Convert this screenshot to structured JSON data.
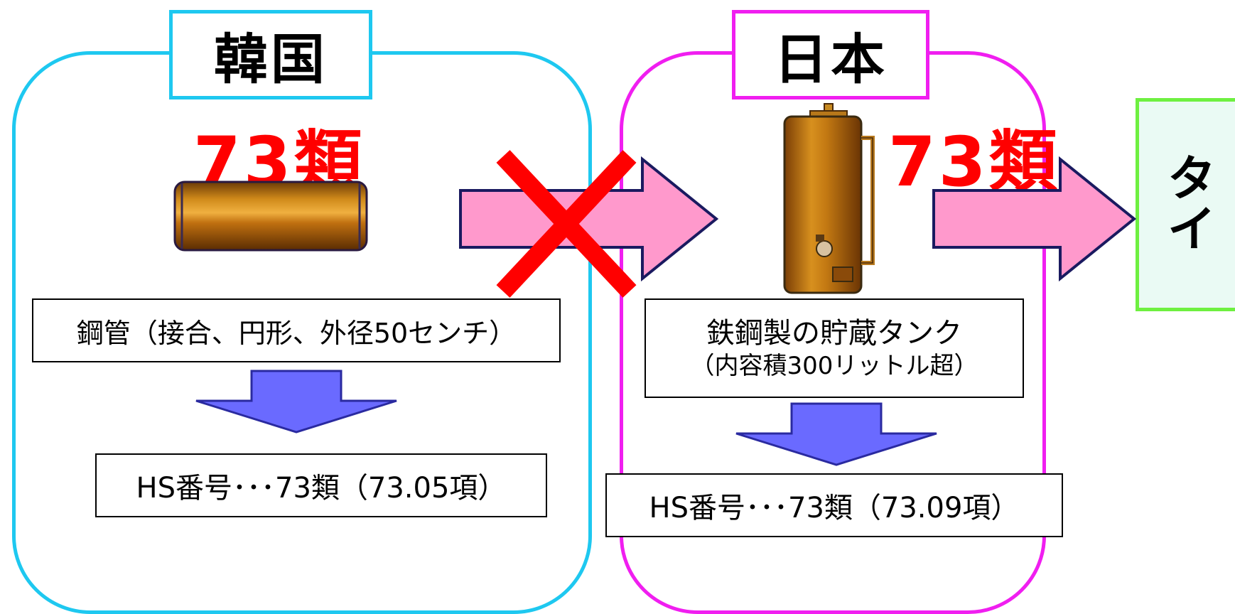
{
  "regions": {
    "korea": {
      "title": "韓国",
      "chapter": "73類",
      "product": "鋼管（接合、円形、外径50センチ）",
      "hs": "HS番号･･･73類（73.05項）"
    },
    "japan": {
      "title": "日本",
      "chapter": "73類",
      "product_line1": "鉄鋼製の貯蔵タンク",
      "product_line2": "（内容積300リットル超）",
      "hs": "HS番号･･･73類（73.09項）"
    },
    "thailand": {
      "title_char1": "タ",
      "title_char2": "イ"
    }
  },
  "colors": {
    "korea_border": "#1ec8f0",
    "japan_border": "#f01ef0",
    "thailand_border": "#6ef040",
    "flow_arrow": "#ff99cc",
    "down_arrow": "#6a6aff",
    "cross_mark": "#ff0000",
    "chapter_text": "#ff0000"
  },
  "icons": [
    "steel-pipe-icon",
    "storage-tank-icon",
    "cross-mark-icon"
  ]
}
